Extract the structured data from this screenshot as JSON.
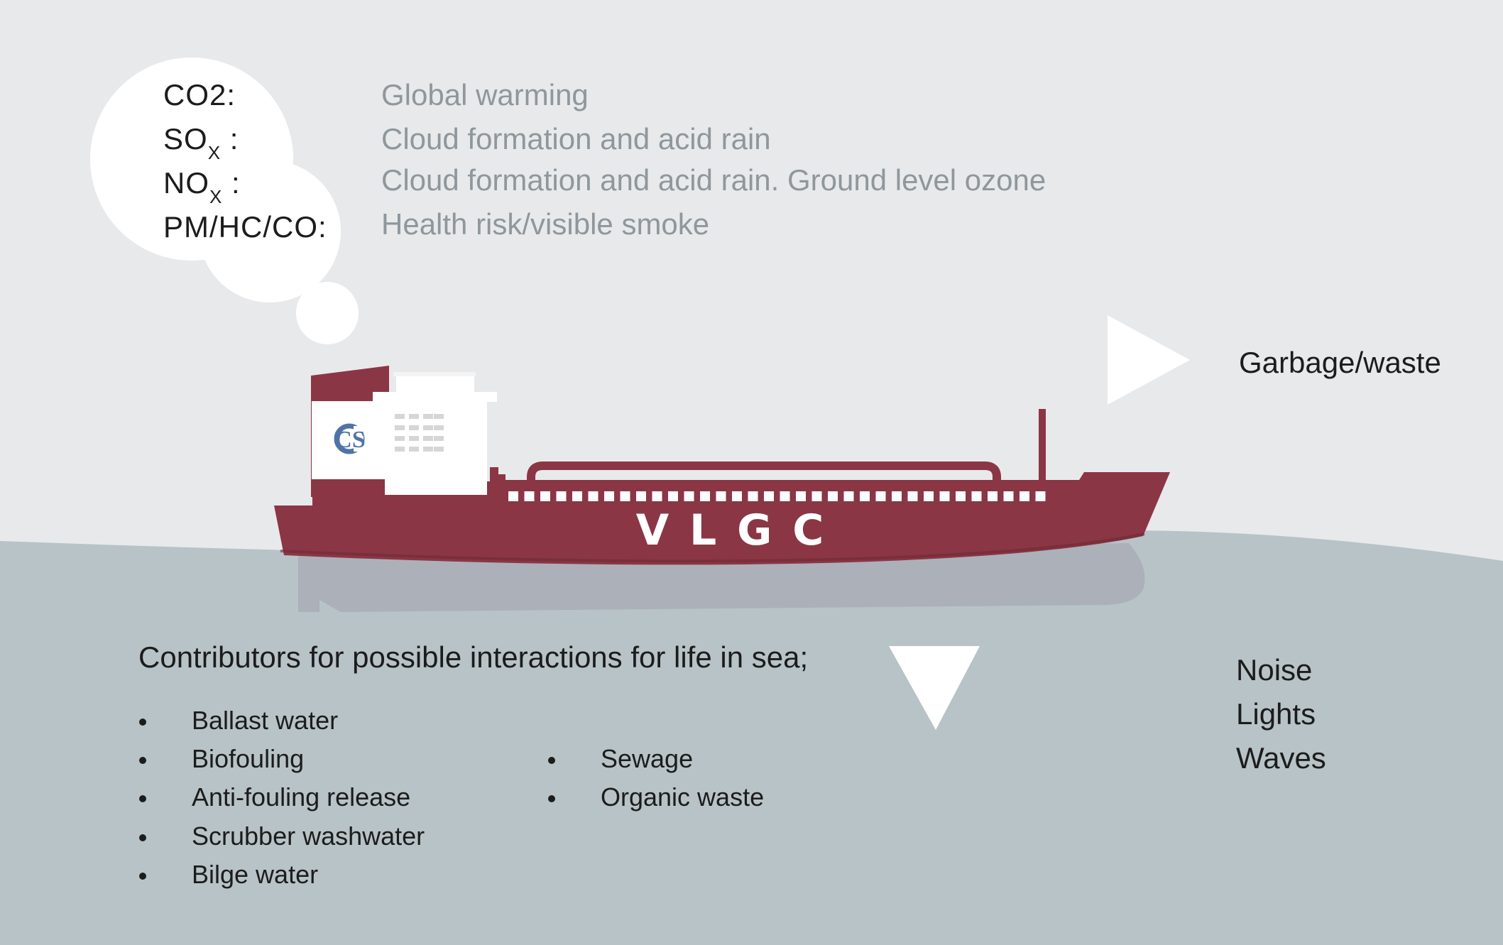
{
  "emissions": [
    {
      "label": "CO2:",
      "sub": "",
      "suffix": "",
      "effect": "Global warming"
    },
    {
      "label": "SO",
      "sub": "X",
      "suffix": " :",
      "effect": "Cloud formation and acid rain"
    },
    {
      "label": "NO",
      "sub": "X",
      "suffix": " :",
      "effect": "Cloud formation and acid rain. Ground level ozone"
    },
    {
      "label": "PM/HC/CO:",
      "sub": "",
      "suffix": "",
      "effect": "Health risk/visible smoke"
    }
  ],
  "ship": {
    "name": "V L G C",
    "logo": "CS"
  },
  "garbage_label": "Garbage/waste",
  "sea_intro": "Contributors for possible interactions for life in sea;",
  "sea_list_left": [
    "Ballast water",
    "Biofouling",
    "Anti-fouling release",
    "Scrubber washwater",
    "Bilge water"
  ],
  "sea_list_right": [
    "Sewage",
    "Organic waste"
  ],
  "other_effects": [
    "Noise",
    "Lights",
    "Waves"
  ],
  "colors": {
    "sky": "#e8e9eb",
    "sea": "#b8c3c7",
    "hull": "#8b3644",
    "superstructure": "#ffffff",
    "emission_text": "#8e979c",
    "logo_blue": "#4f73a6"
  }
}
